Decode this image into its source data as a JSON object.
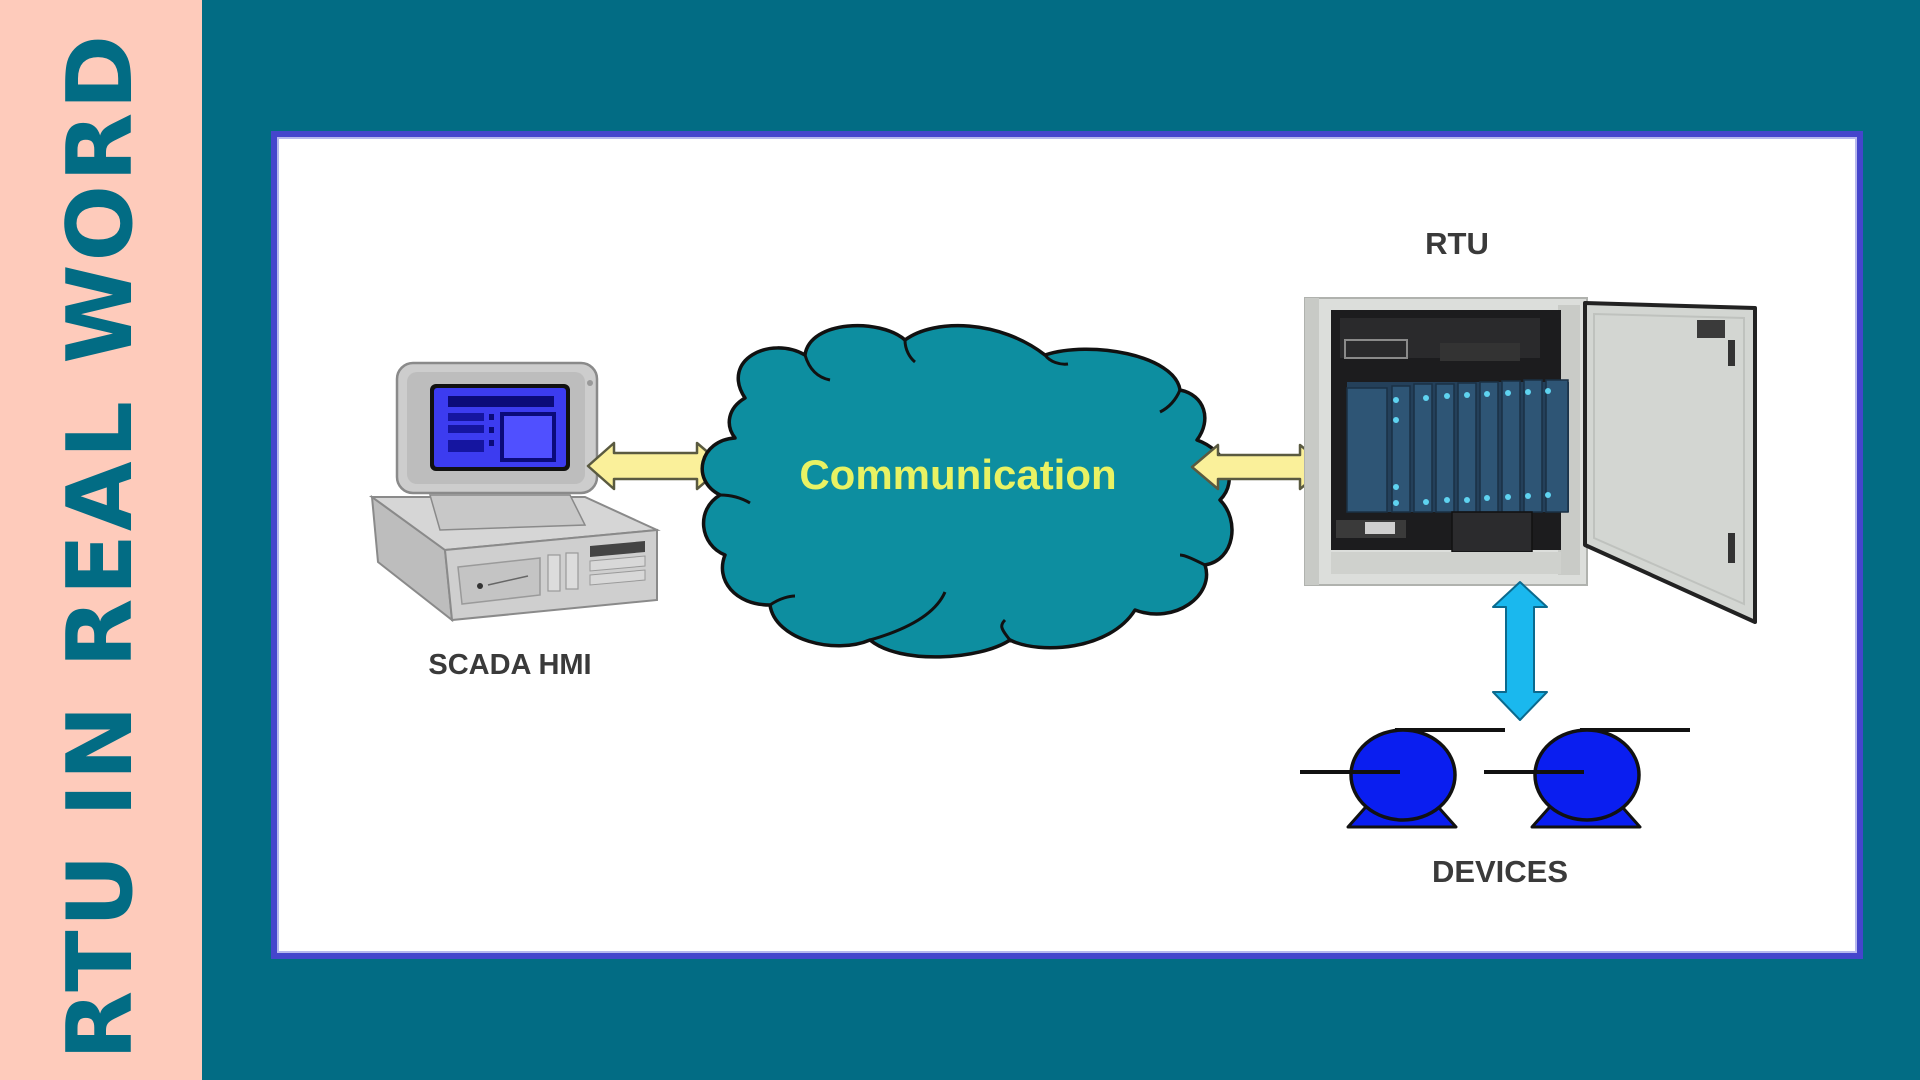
{
  "sidebar": {
    "title": "RTU IN REAL WORD"
  },
  "diagram": {
    "nodes": {
      "hmi": {
        "label": "SCADA HMI",
        "icon": "desktop-computer-icon"
      },
      "communication": {
        "label": "Communication",
        "icon": "cloud-icon"
      },
      "rtu": {
        "label": "RTU",
        "icon": "rtu-cabinet-icon"
      },
      "devices": {
        "label": "DEVICES",
        "icon": "pump-icon",
        "count": 2
      }
    },
    "links": [
      {
        "from": "SCADA HMI",
        "to": "Communication",
        "direction": "bidirectional"
      },
      {
        "from": "Communication",
        "to": "RTU",
        "direction": "bidirectional"
      },
      {
        "from": "RTU",
        "to": "DEVICES",
        "direction": "bidirectional"
      }
    ]
  },
  "colors": {
    "background": "#026c84",
    "sidebar": "#fecbbb",
    "sidebar_text": "#026c84",
    "panel_border": "#4545cc",
    "cloud": "#0d8ea0",
    "cloud_text": "#e9f263",
    "comm_arrow": "#faf09a",
    "device_arrow": "#1ab8ee",
    "pump": "#0a1ef0"
  }
}
